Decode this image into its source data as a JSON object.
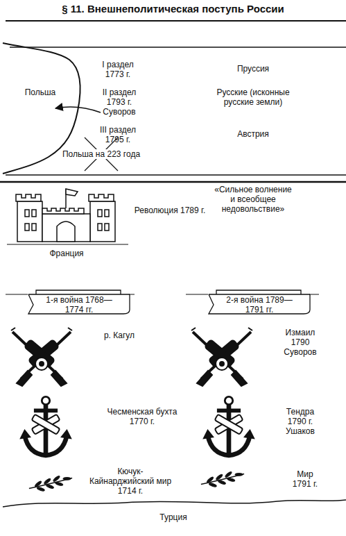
{
  "diagram": {
    "title": "§ 11. Внешнеполитическая поступь России",
    "nodes": [
      {
        "text": [
          "1-я война 1768—1774 гг."
        ]
      },
      {
        "text": [
          "2-я война 1789—1791 гг."
        ]
      }
    ],
    "labels": [
      "I раздел 1773 г.",
      "Пруссия",
      "Польша",
      "II раздел 1793 г. Суворов",
      "Русские (исконные русские земли)",
      "III раздел 1795 г.",
      "Польша на 223 года",
      "Австрия",
      "Революция 1789 г.",
      "«Сильное волнение и всеобщее недовольствие»",
      "Франция",
      "р. Кагул",
      "Измаил 1790 Суворов",
      "Чесменская бухта 1770 г.",
      "Тендра 1790 г. Ушаков",
      "Кючук-Кайнарджийский мир 1714 г.",
      "Мир 1791 г.",
      "Турция"
    ]
  }
}
